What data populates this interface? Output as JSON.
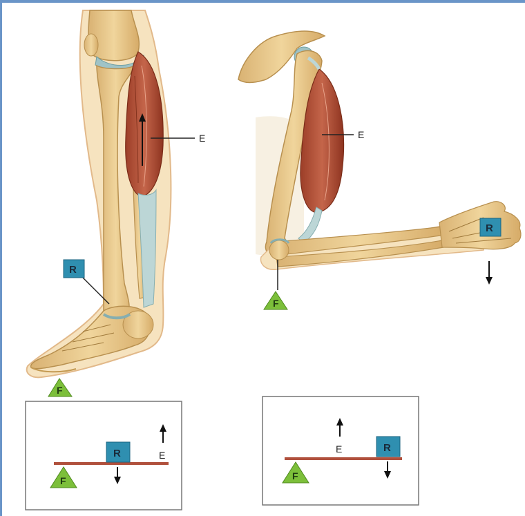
{
  "labels": {
    "effort": "E",
    "resistance": "R",
    "fulcrum": "F"
  },
  "colors": {
    "frame_border": "#6a95c8",
    "bone": "#e8c98a",
    "bone_outline": "#c49a52",
    "muscle": "#b5543a",
    "muscle_dark": "#8a3422",
    "tendon": "#bcd6d6",
    "cartilage": "#9fc3c6",
    "skin": "#f4ddb4",
    "resistance_box": "#2f8fb0",
    "fulcrum_triangle": "#7cbf3a",
    "lever_bar": "#b0503c",
    "inset_border": "#777777"
  },
  "icons": [
    "arrow-up-icon",
    "arrow-down-icon",
    "fulcrum-triangle-icon",
    "resistance-box-icon"
  ]
}
